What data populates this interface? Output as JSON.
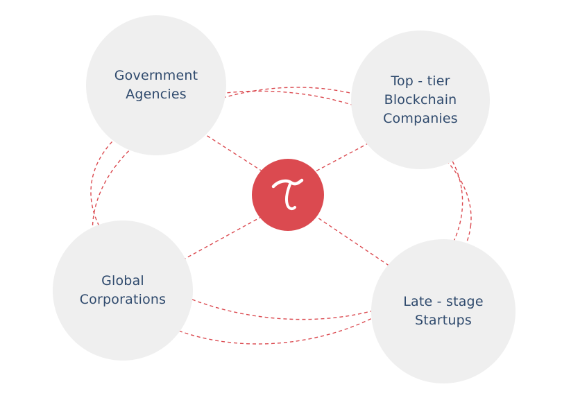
{
  "nodes": {
    "government": {
      "lines": [
        "Government",
        "Agencies"
      ]
    },
    "blockchain": {
      "lines": [
        "Top - tier",
        "Blockchain",
        "Companies"
      ]
    },
    "corporations": {
      "lines": [
        "Global",
        "Corporations"
      ]
    },
    "startups": {
      "lines": [
        "Late - stage",
        "Startups"
      ]
    }
  },
  "hub": {
    "icon": "brand-logo-icon"
  },
  "colors": {
    "connector": "#db4a50",
    "node_fill": "#efefef",
    "hub_fill": "#db4a50",
    "text": "#2f4a6d"
  }
}
